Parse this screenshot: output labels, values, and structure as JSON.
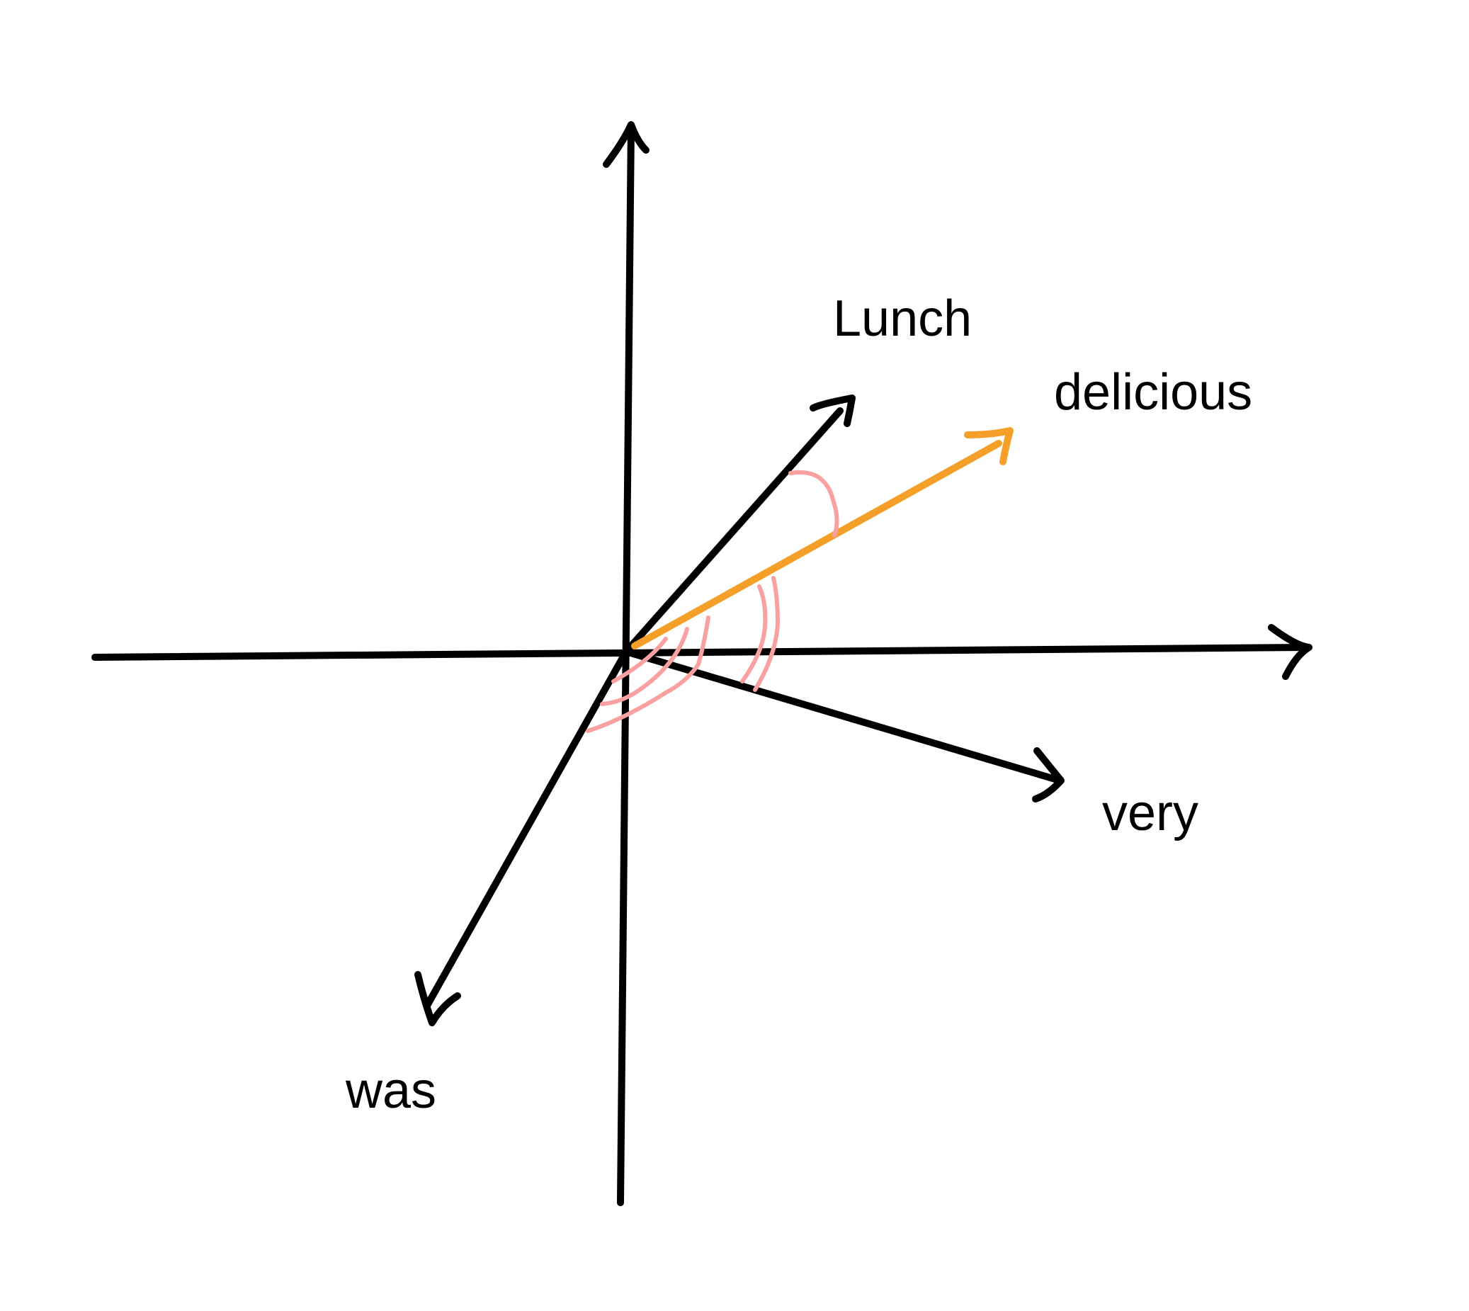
{
  "colors": {
    "background": "#ffffff",
    "axis_stroke": "#000000",
    "vector_stroke": "#000000",
    "highlight_vector_stroke": "#f4a028",
    "angle_arc_stroke": "#f9a0a0",
    "label_text": "#000000"
  },
  "vectors": {
    "lunch": {
      "label": "Lunch"
    },
    "delicious": {
      "label": "delicious"
    },
    "very": {
      "label": "very"
    },
    "was": {
      "label": "was"
    }
  }
}
